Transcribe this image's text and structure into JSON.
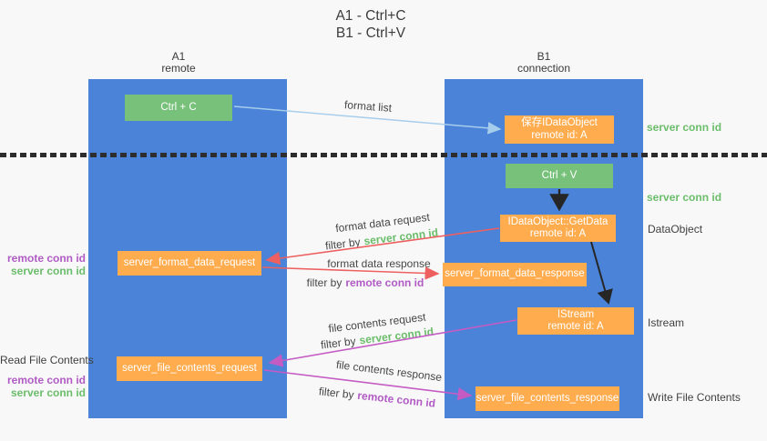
{
  "title": {
    "line1": "A1 - Ctrl+C",
    "line2": "B1 - Ctrl+V"
  },
  "columns": {
    "a1": {
      "name": "A1",
      "subtitle": "remote"
    },
    "b1": {
      "name": "B1",
      "subtitle": "connection"
    }
  },
  "nodes": {
    "ctrl_c": {
      "label": "Ctrl + C"
    },
    "ctrl_v": {
      "label": "Ctrl + V"
    },
    "save_idataobject": {
      "line1": "保存IDataObject",
      "line2": "remote id: A"
    },
    "idataobject_getdata": {
      "line1": "IDataObject::GetData",
      "line2": "remote id: A"
    },
    "istream": {
      "line1": "IStream",
      "line2": "remote id: A"
    },
    "server_format_data_request": {
      "label": "server_format_data_request"
    },
    "server_format_data_response": {
      "label": "server_format_data_response"
    },
    "server_file_contents_request": {
      "label": "server_file_contents_request"
    },
    "server_file_contents_response": {
      "label": "server_file_contents_response"
    }
  },
  "left_labels": {
    "remote_conn_id_top": "remote conn id",
    "server_conn_id_top": "server conn id",
    "read_file_contents": "Read File Contents",
    "remote_conn_id_bottom": "remote conn id",
    "server_conn_id_bottom": "server conn id"
  },
  "right_labels": {
    "server_conn_id_top": "server conn id",
    "server_conn_id_mid": "server conn id",
    "dataobject": "DataObject",
    "istream": "Istream",
    "write_file_contents": "Write File Contents"
  },
  "arrow_labels": {
    "format_list": "format list",
    "format_data_request": "format data request",
    "format_data_response": "format data response",
    "file_contents_request": "file contents request",
    "file_contents_response": "file contents response",
    "filter_by": "filter by",
    "server_conn_id": "server conn id",
    "remote_conn_id": "remote conn id"
  },
  "colors": {
    "column_blue": "#4a83d8",
    "node_green": "#77c17a",
    "node_orange": "#ffac4f",
    "green_label": "#6bbd6b",
    "purple_label": "#b15bc4",
    "red_arrow": "#ee6060",
    "magenta_arrow": "#c45cc4",
    "light_blue_arrow": "#a7cdec",
    "black_arrow": "#262626",
    "background": "#f8f8f8"
  }
}
